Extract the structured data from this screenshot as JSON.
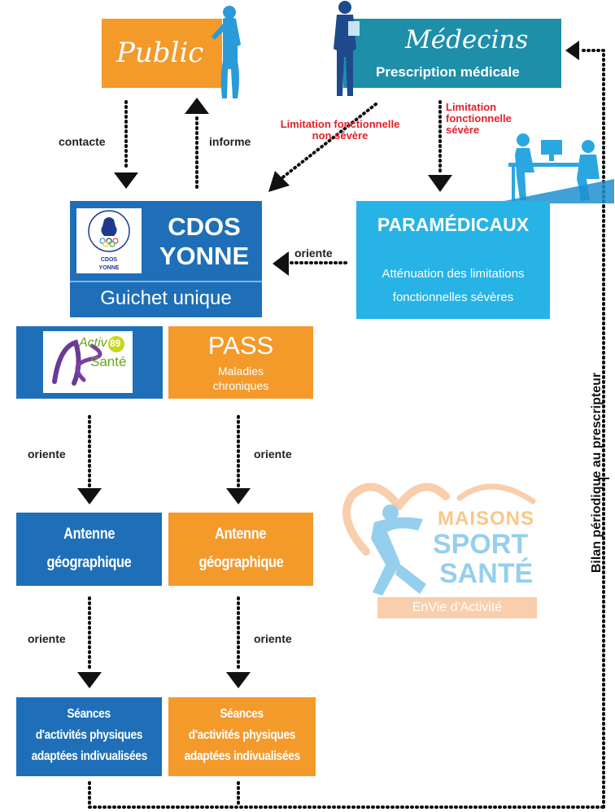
{
  "public": {
    "label": "Public"
  },
  "medecins": {
    "title": "Médecins",
    "subtitle": "Prescription médicale"
  },
  "arrows": {
    "contacte": "contacte",
    "informe": "informe",
    "oriente_para": "oriente",
    "oriente_1": "oriente",
    "oriente_2": "oriente",
    "oriente_3": "oriente",
    "oriente_4": "oriente",
    "lim_non_severe_1": "Limitation fonctionnelle",
    "lim_non_severe_2": "non sévère",
    "lim_severe_1": "Limitation",
    "lim_severe_2": "fonctionnelle",
    "lim_severe_3": "sévère"
  },
  "cdos": {
    "line1": "CDOS",
    "line2": "YONNE",
    "guichet": "Guichet unique",
    "logo_small_1": "CDOS",
    "logo_small_2": "YONNE"
  },
  "paramedicaux": {
    "title": "PARAMÉDICAUX",
    "desc1": "Atténuation des limitations",
    "desc2": "fonctionnelles sévères"
  },
  "activ": {
    "logo_text_1": "Activ",
    "logo_num": "89",
    "logo_text_2": "Santé"
  },
  "pass": {
    "title": "PASS",
    "sub1": "Maladies",
    "sub2": "chroniques"
  },
  "antenne_left": {
    "line1": "Antenne",
    "line2": "géographique"
  },
  "antenne_right": {
    "line1": "Antenne",
    "line2": "géographique"
  },
  "seances_left": {
    "line1": "Séances",
    "line2": "d'activités physiques",
    "line3": "adaptées indivualisées"
  },
  "seances_right": {
    "line1": "Séances",
    "line2": "d'activités physiques",
    "line3": "adaptées indivualisées"
  },
  "bilan": "Bilan périodique au prescripteur",
  "msa_logo": {
    "line1": "MAISONS",
    "line2": "SPORT",
    "line3": "SANTÉ",
    "line4": "EnVie d'Activité"
  },
  "colors": {
    "orange": "#f39a2b",
    "blue": "#1e6fb8",
    "teal": "#1d8fa8",
    "cyan": "#27b3e6",
    "red": "#e3202b"
  }
}
